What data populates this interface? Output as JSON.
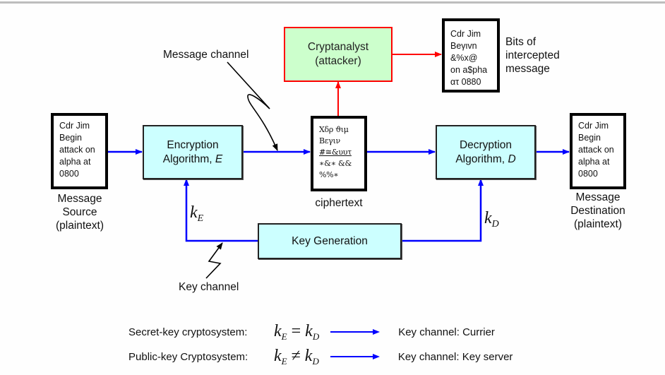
{
  "diagram": {
    "message_source": {
      "lines": [
        "Cdr Jim",
        "Begin",
        "attack on",
        "alpha at",
        "0800"
      ],
      "caption": [
        "Message",
        "Source",
        "(plaintext)"
      ]
    },
    "encryption": {
      "line1": "Encryption",
      "line2_prefix": "Algorithm, ",
      "line2_var": "E"
    },
    "decryption": {
      "line1": "Decryption",
      "line2_prefix": "Algorithm, ",
      "line2_var": "D"
    },
    "cryptanalyst": {
      "line1": "Cryptanalyst",
      "line2": "(attacker)"
    },
    "intercepted": {
      "lines": [
        "Cdr Jim",
        "Beγιvn",
        "&%x@",
        "on a$pha",
        "ατ  0880"
      ],
      "caption": [
        "Bits of",
        "intercepted",
        "message"
      ]
    },
    "ciphertext": {
      "lines": [
        "Χδρ  ϑιμ",
        "Βεγιν",
        "#≅&υυτ",
        "∗&∗ &&",
        "%%∗"
      ],
      "caption": "ciphertext"
    },
    "message_destination": {
      "lines": [
        "Cdr Jim",
        "Begin",
        "attack on",
        "alpha at",
        "0800"
      ],
      "caption": [
        "Message",
        "Destination",
        "(plaintext)"
      ]
    },
    "key_generation": "Key Generation",
    "message_channel_label": "Message channel",
    "key_channel_label": "Key channel",
    "key_e": {
      "k": "k",
      "sub": "E"
    },
    "key_d": {
      "k": "k",
      "sub": "D"
    },
    "colors": {
      "channel_line": "#0000ff",
      "attack_line": "#ff0000",
      "process_fill": "#ccffff",
      "attacker_fill": "#ccffcc",
      "attacker_border": "#ff0000"
    }
  },
  "legend": [
    {
      "label": "Secret-key cryptosystem:",
      "lhs": "E",
      "op": "=",
      "rhs": "D",
      "channel": "Key channel: Currier"
    },
    {
      "label": "Public-key Cryptosystem:",
      "lhs": "E",
      "op": "≠",
      "rhs": "D",
      "channel": "Key channel: Key server"
    }
  ]
}
